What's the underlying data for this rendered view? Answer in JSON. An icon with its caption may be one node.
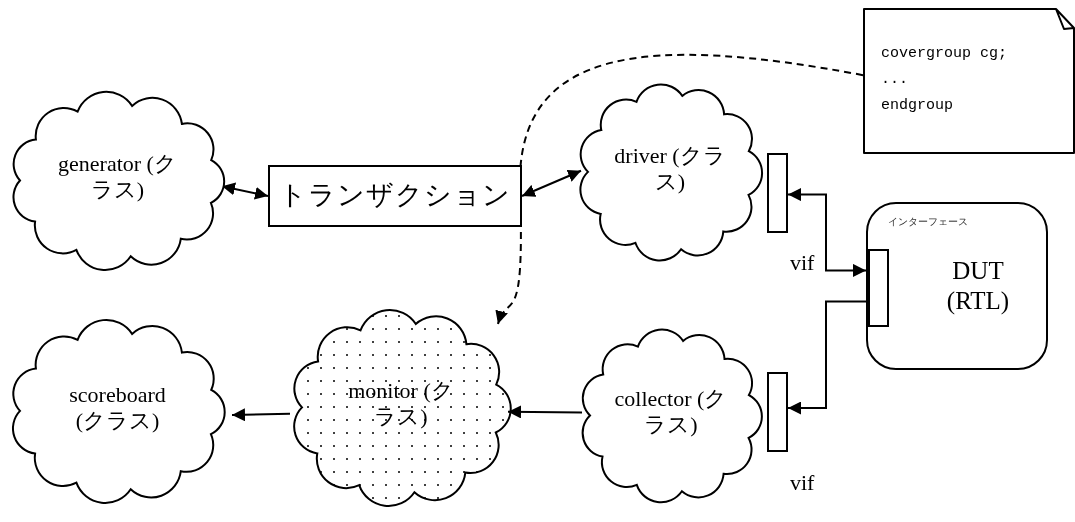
{
  "diagram": {
    "nodes": [
      {
        "text": [
          "generator (クラス)"
        ]
      },
      {
        "text": [
          "トランザクション"
        ]
      },
      {
        "text": [
          "driver (クラス)"
        ]
      },
      {
        "text": [],
        "shape": "box",
        "beside": [
          "vif"
        ]
      },
      {
        "text": [
          "covergroup cg;",
          "...",
          "endgroup"
        ]
      },
      {
        "text": [
          "インターフェース",
          "DUT (RTL)"
        ]
      },
      {
        "text": [],
        "shape": "box",
        "in": 5
      },
      {
        "text": [
          "scoreboard (クラス)"
        ]
      },
      {
        "text": [
          "monitor (クラス)"
        ]
      },
      {
        "text": [
          "collector (クラス)"
        ]
      },
      {
        "text": [],
        "shape": "box",
        "beside": [
          "vif"
        ]
      }
    ],
    "edges": [
      {
        "from": 0,
        "to": 1,
        "arrow": "both"
      },
      {
        "from": 1,
        "to": 2,
        "arrow": "both"
      },
      {
        "from": 6,
        "to": 3,
        "arrow": "both"
      },
      {
        "from": 6,
        "to": 10,
        "arrow": "to"
      },
      {
        "from": 9,
        "to": 8,
        "arrow": "to"
      },
      {
        "from": 8,
        "to": 7,
        "arrow": "to"
      },
      {
        "from": 4,
        "to": 8,
        "arrow": "to",
        "style": "dashed"
      }
    ]
  }
}
